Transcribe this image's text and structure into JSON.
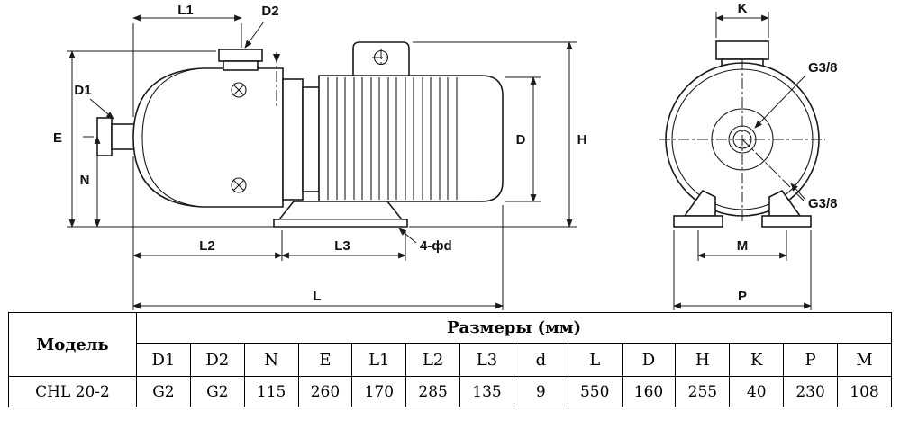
{
  "drawing": {
    "side": {
      "L1": "L1",
      "D2": "D2",
      "D1": "D1",
      "E": "E",
      "N": "N",
      "L2": "L2",
      "L3": "L3",
      "feet_holes": "4-фd",
      "L": "L",
      "D": "D",
      "H": "H"
    },
    "front": {
      "K": "K",
      "G38_top": "G3/8",
      "G38_bottom": "G3/8",
      "M": "M",
      "P": "P"
    }
  },
  "table": {
    "model_header": "Модель",
    "sizes_header": "Размеры (мм)",
    "columns": [
      "D1",
      "D2",
      "N",
      "E",
      "L1",
      "L2",
      "L3",
      "d",
      "L",
      "D",
      "H",
      "K",
      "P",
      "M"
    ],
    "row": {
      "model": "CHL 20-2",
      "values": [
        "G2",
        "G2",
        "115",
        "260",
        "170",
        "285",
        "135",
        "9",
        "550",
        "160",
        "255",
        "40",
        "230",
        "108"
      ]
    }
  }
}
